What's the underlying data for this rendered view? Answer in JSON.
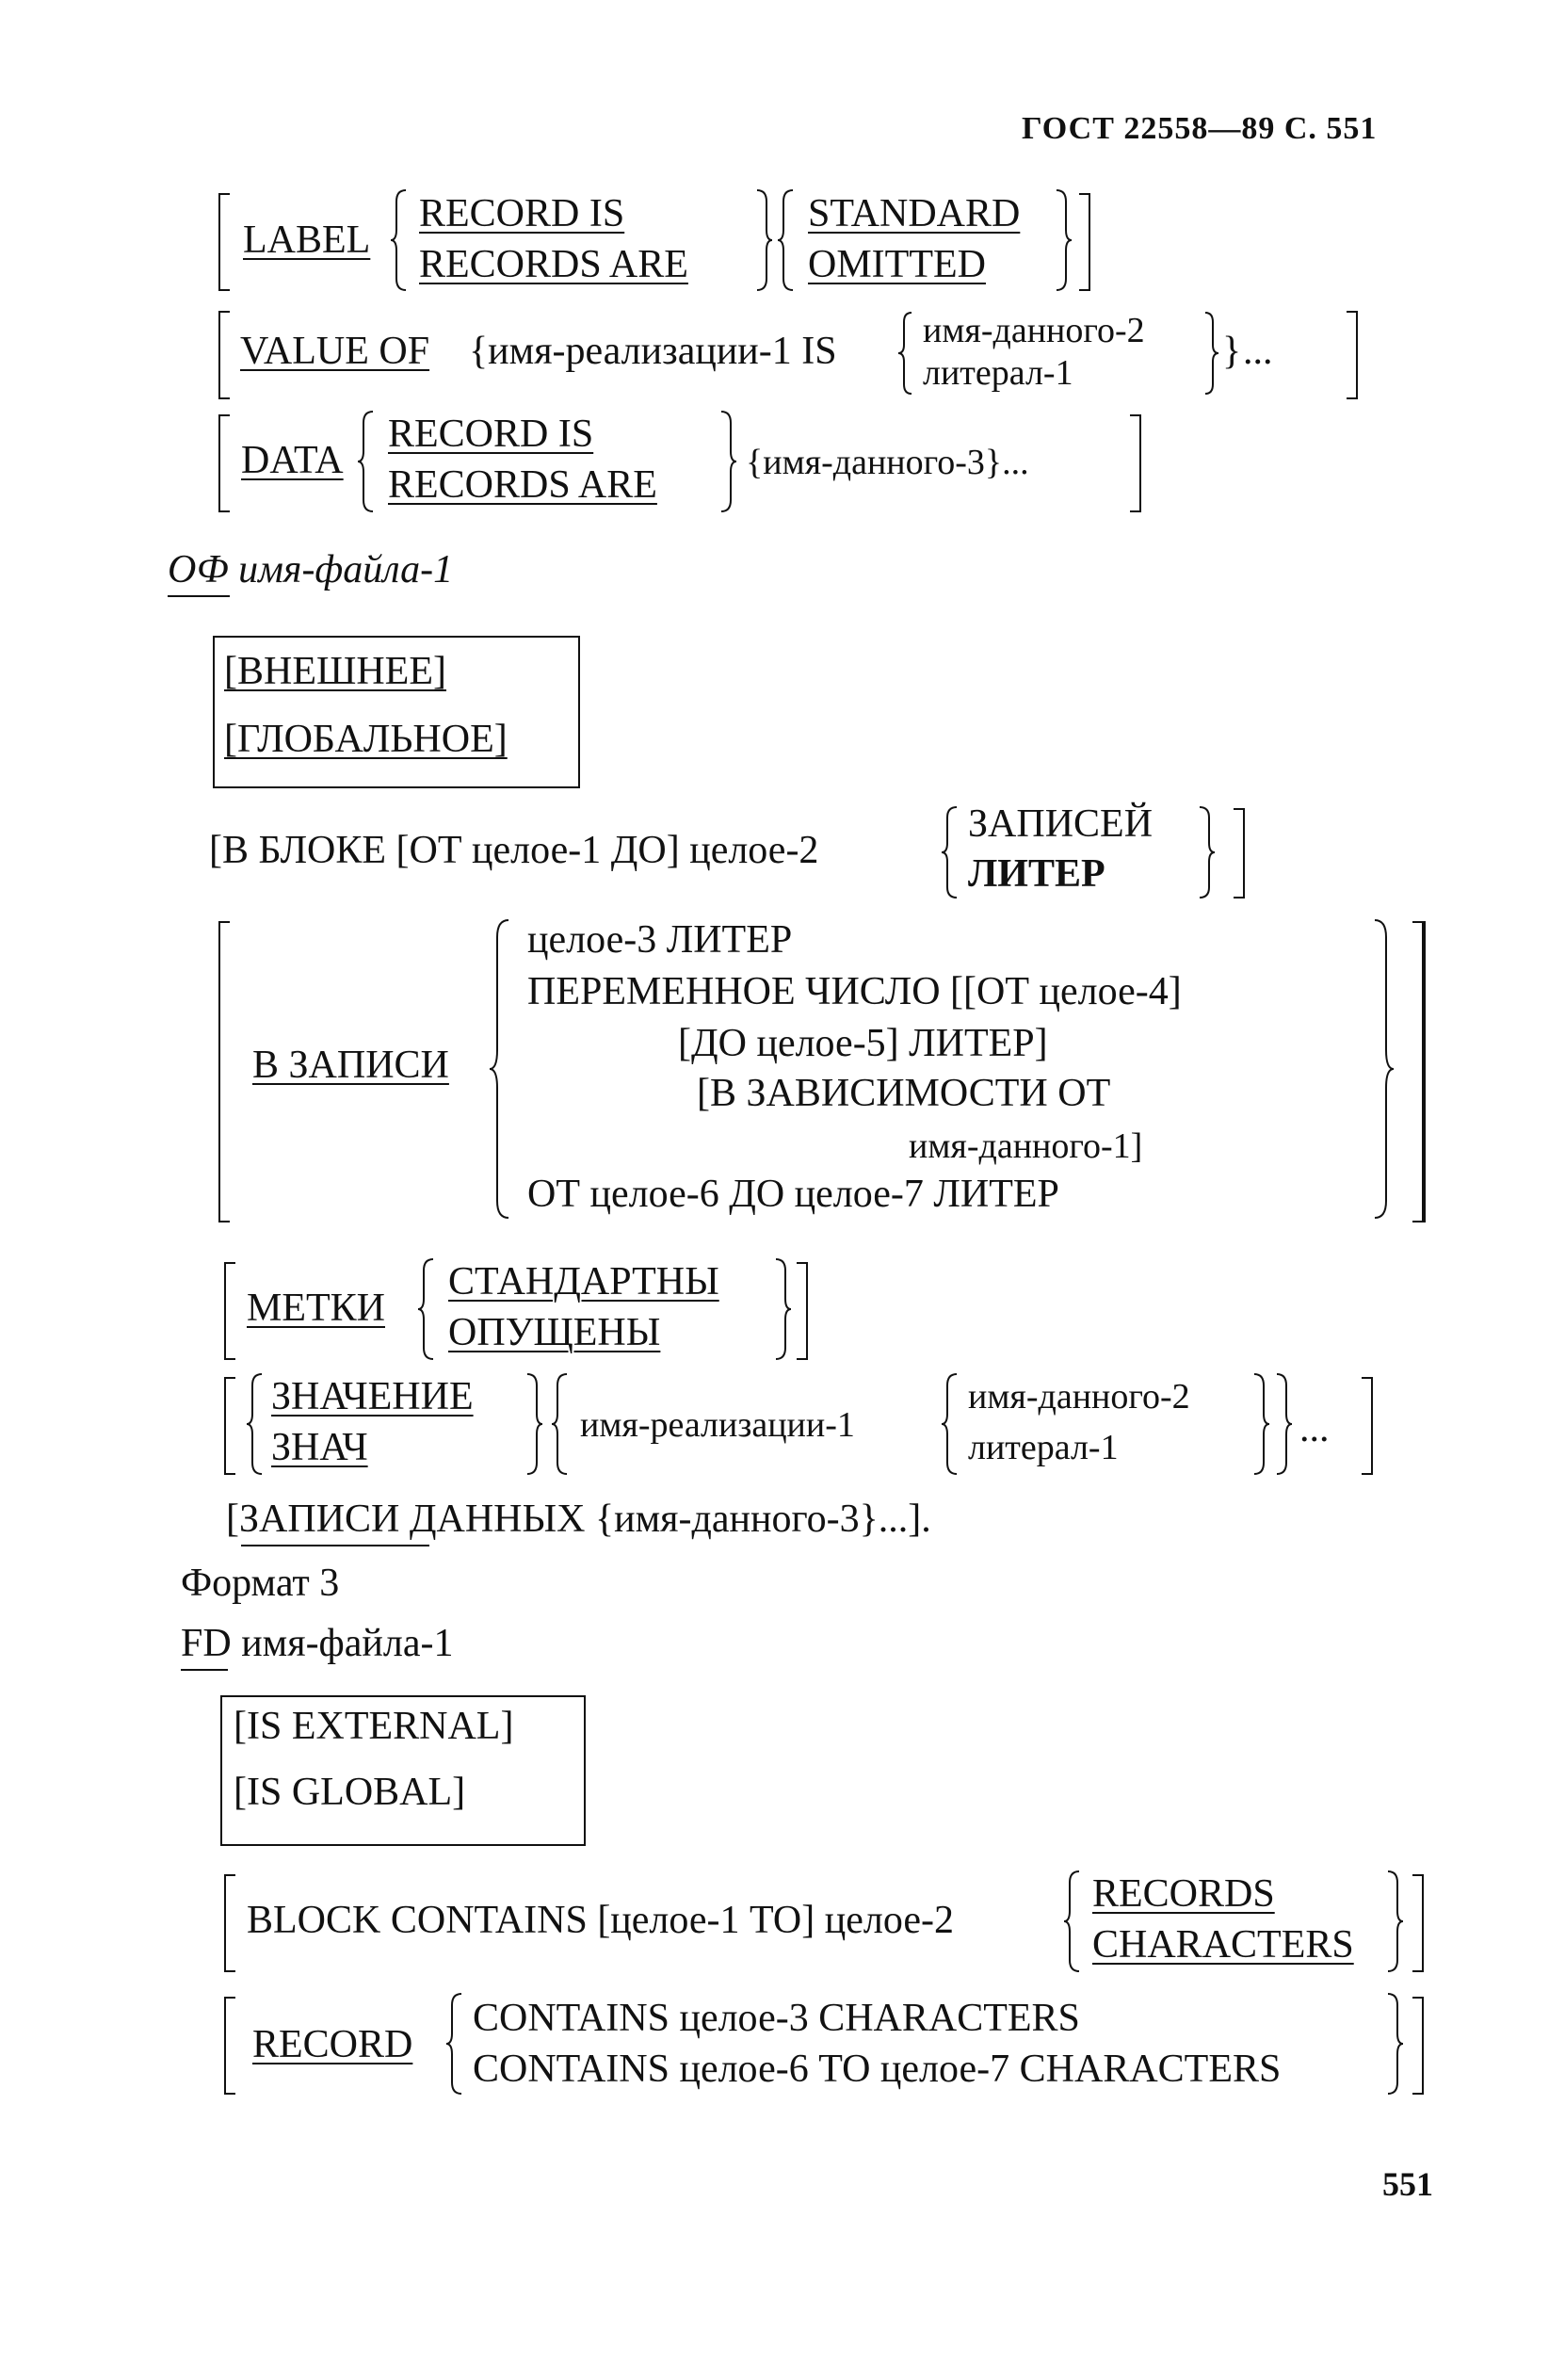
{
  "header": {
    "title": "ГОСТ 22558—89  С. 551"
  },
  "fd_part": {
    "label_kw": "LABEL",
    "label_opts": [
      "RECORD IS",
      "RECORDS ARE"
    ],
    "label_vals": [
      "STANDARD",
      "OMITTED"
    ],
    "value_of": "VALUE OF",
    "value_impl": "{имя-реализации-1 IS",
    "value_opts": [
      "имя-данного-2",
      "литерал-1"
    ],
    "value_ellipsis": "...",
    "data_kw": "DATA",
    "data_opts": [
      "RECORD IS",
      "RECORDS ARE"
    ],
    "data_tail": "{имя-данного-3}..."
  },
  "of_part": {
    "of_line": "ОФ имя-файла-1",
    "box_items": [
      "[ВНЕШНЕЕ]",
      "[ГЛОБАЛЬНОЕ]"
    ],
    "block_line_a": "[В БЛОКЕ [ОТ целое-1 ДО] целое-2",
    "block_opts": [
      "ЗАПИСЕЙ",
      "ЛИТЕР"
    ],
    "rec_kw": "В ЗАПИСИ",
    "rec_lines": [
      "целое-3 ЛИТЕР",
      "ПЕРЕМЕННОЕ ЧИСЛО [[ОТ целое-4]",
      "[ДО целое-5] ЛИТЕР]",
      "[В ЗАВИСИМОСТИ ОТ",
      "имя-данного-1]",
      "ОТ целое-6 ДО целое-7 ЛИТЕР"
    ],
    "metki_kw": "МЕТКИ",
    "metki_opts": [
      "СТАНДАРТНЫ",
      "ОПУЩЕНЫ"
    ],
    "znach_opts": [
      "ЗНАЧЕНИЕ",
      "ЗНАЧ"
    ],
    "znach_impl": "имя-реализации-1",
    "znach_vals": [
      "имя-данного-2",
      "литерал-1"
    ],
    "znach_ellipsis": "...",
    "zapisi_line": "[ЗАПИСИ ДАННЫХ {имя-данного-3}...]."
  },
  "format3": {
    "heading": "Формат 3",
    "fd_line": "FD имя-файла-1",
    "box_items": [
      "[IS EXTERNAL]",
      "[IS GLOBAL]"
    ],
    "block_line": "BLOCK CONTAINS [целое-1 TO] целое-2",
    "block_opts": [
      "RECORDS",
      "CHARACTERS"
    ],
    "record_kw": "RECORD",
    "record_opts": [
      "CONTAINS целое-3 CHARACTERS",
      "CONTAINS целое-6 TO целое-7 CHARACTERS"
    ]
  },
  "footer": {
    "page_number": "551"
  }
}
